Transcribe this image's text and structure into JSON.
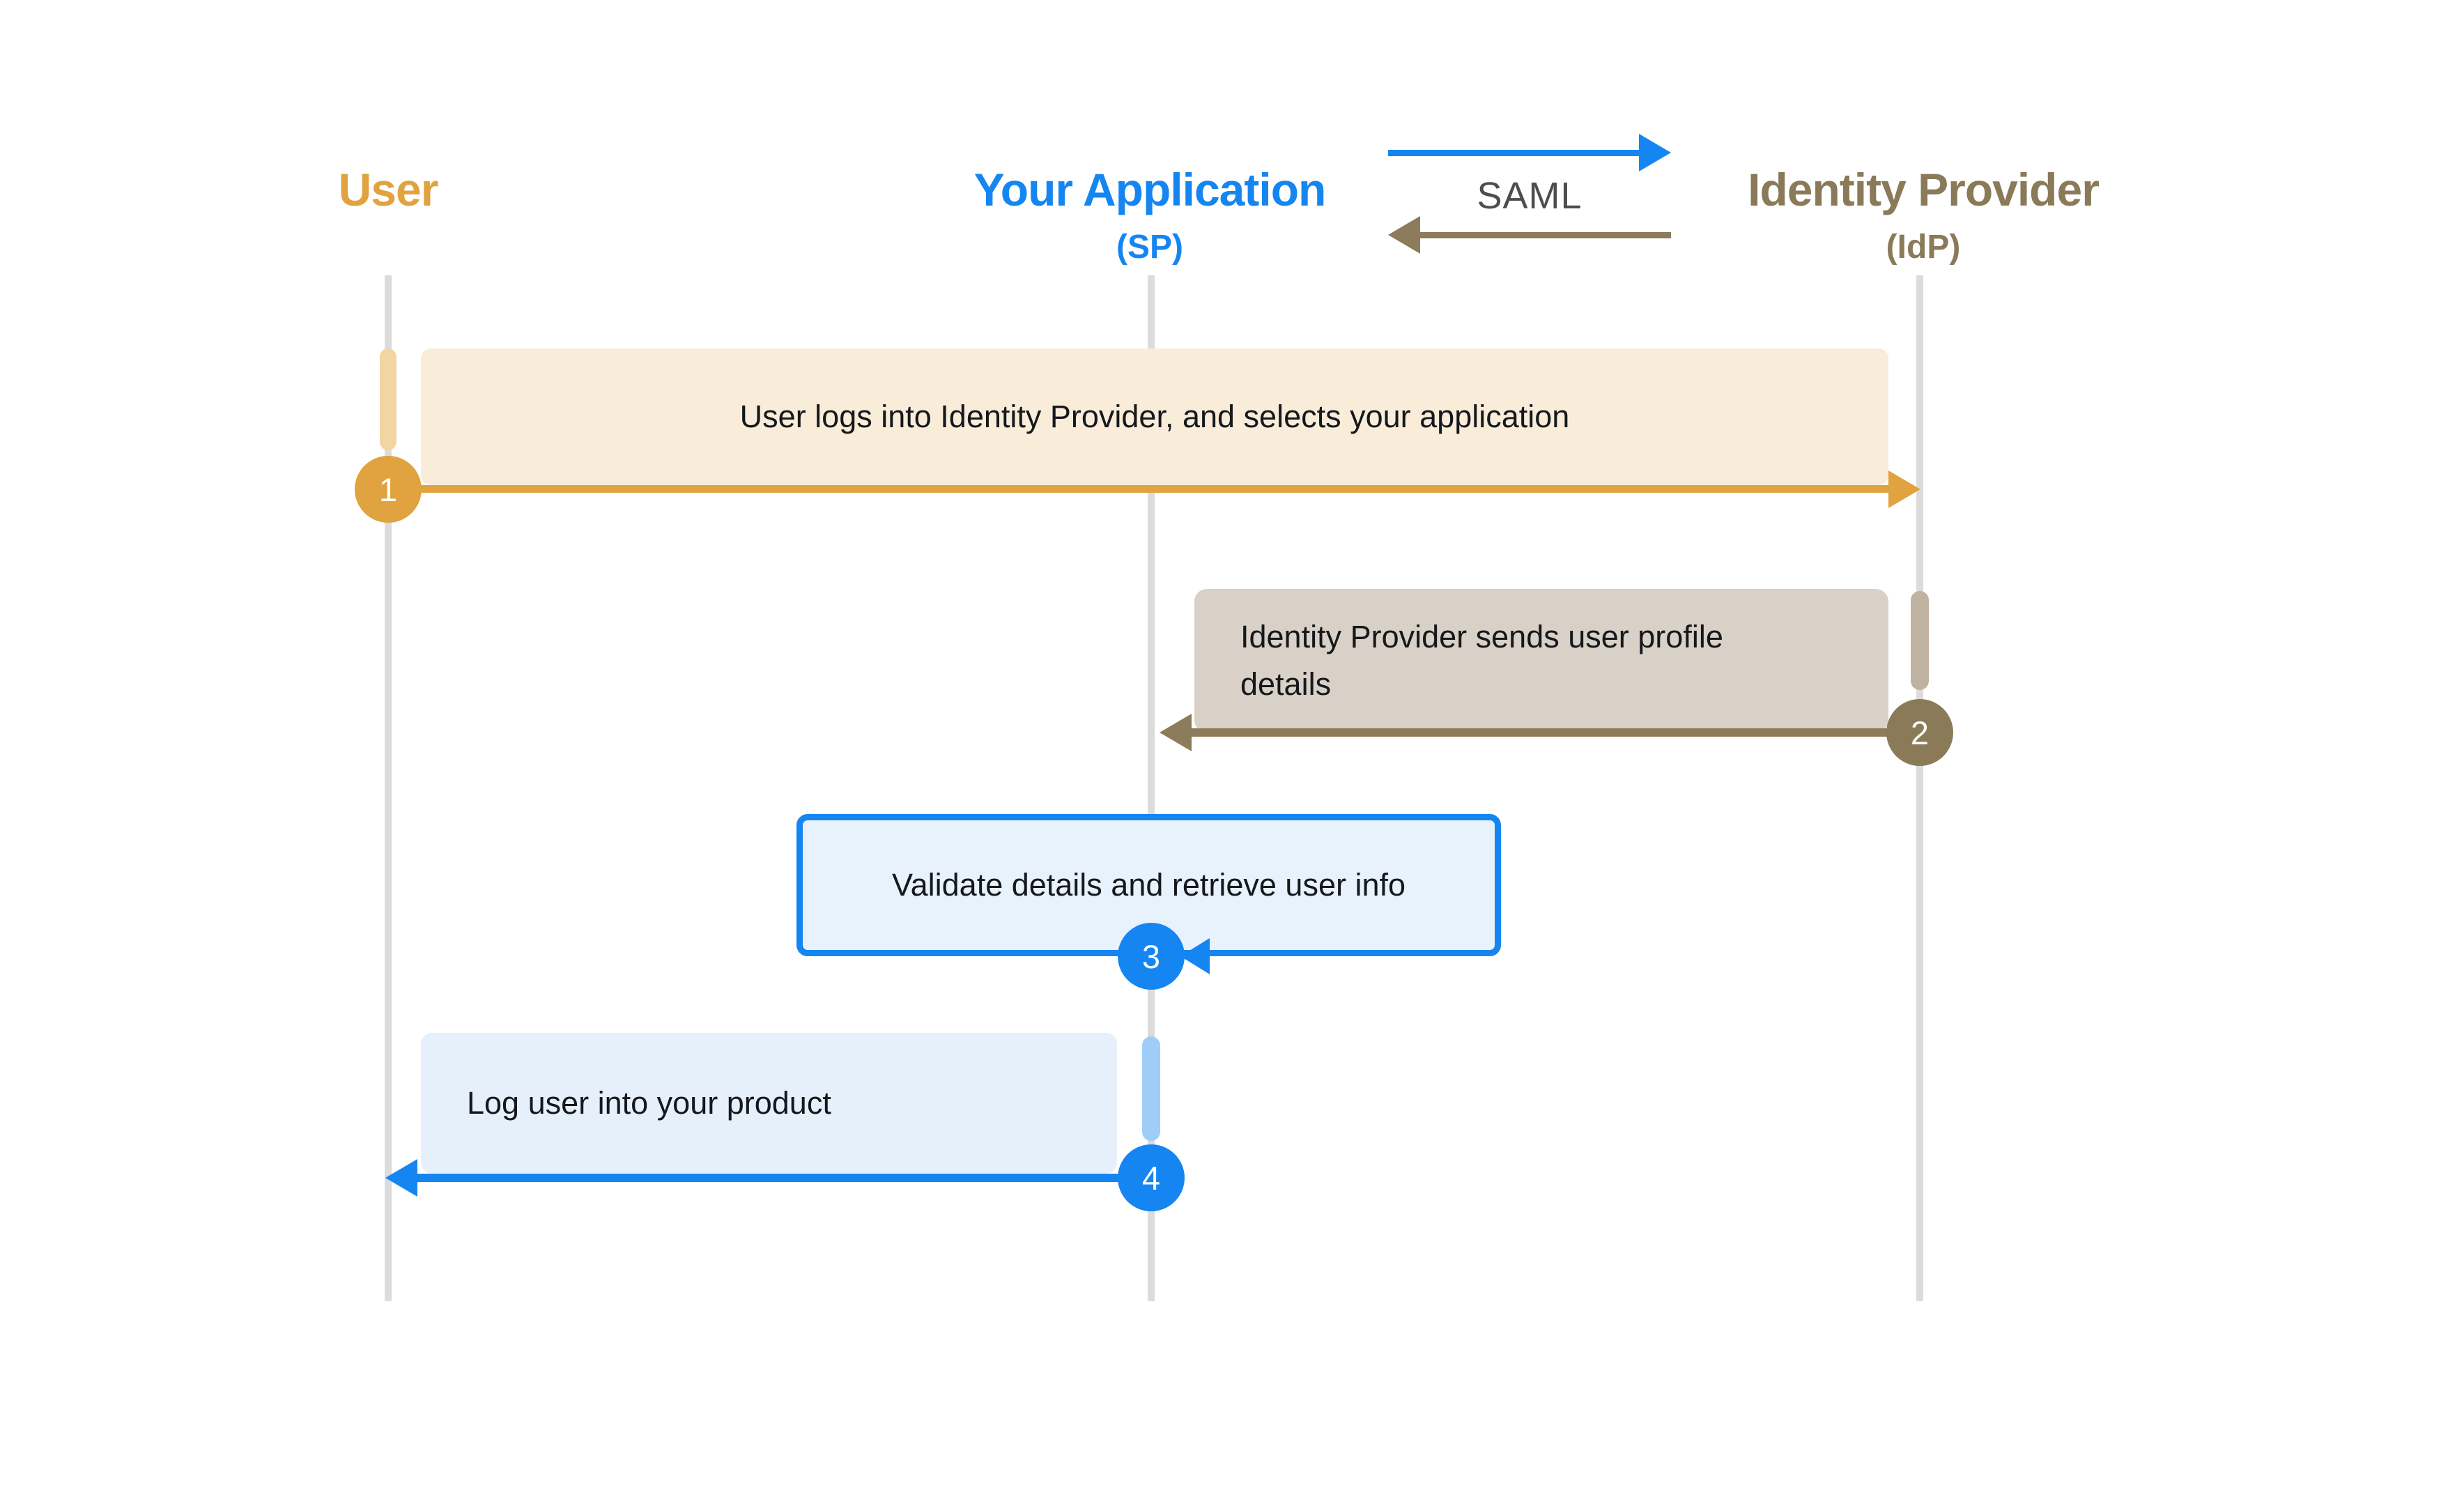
{
  "header": {
    "actors": [
      {
        "id": "user",
        "label": "User",
        "sublabel": ""
      },
      {
        "id": "app",
        "label": "Your Application",
        "sublabel": "(SP)"
      },
      {
        "id": "idp",
        "label": "Identity Provider",
        "sublabel": "(IdP)"
      }
    ],
    "protocol_label": "SAML"
  },
  "steps": [
    {
      "number": "1",
      "text": "User logs into Identity Provider, and selects your application",
      "from": "User",
      "to": "Identity Provider"
    },
    {
      "number": "2",
      "text": "Identity Provider sends user profile details",
      "from": "Identity Provider",
      "to": "Your Application"
    },
    {
      "number": "3",
      "text": "Validate details and retrieve user info",
      "from": "Your Application",
      "to": "Your Application"
    },
    {
      "number": "4",
      "text": "Log user into your product",
      "from": "Your Application",
      "to": "User"
    }
  ],
  "colors": {
    "user_accent": "#E0A33F",
    "user_activation": "#F2D6A2",
    "user_note_fill": "#F9EDDA",
    "app_accent": "#1586F1",
    "app_activation": "#9ECDF8",
    "app_note_fill": "#E6F0FB",
    "app_note_fill_bordered": "#E8F2FC",
    "idp_accent": "#8A7A58",
    "idp_arrow": "#8D7C5B",
    "idp_activation": "#BFB2A0",
    "idp_note_fill": "#D9D1C7",
    "lifeline": "#DCDCDC",
    "protocol_text": "#4D4D4D",
    "note_text": "#15181C"
  }
}
